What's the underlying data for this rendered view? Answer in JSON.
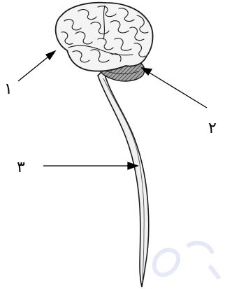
{
  "labels": [
    {
      "id": "1",
      "text": "١",
      "part": "cerebrum"
    },
    {
      "id": "2",
      "text": "٢",
      "part": "cerebellum"
    },
    {
      "id": "3",
      "text": "٣",
      "part": "spinal-cord"
    }
  ],
  "colors": {
    "outline": "#1a1a1a",
    "cerebrum_fill": "#f4f4f4",
    "cerebellum_fill": "#9a9a9a",
    "cord_fill": "#f0f0f0",
    "watermark": "#cfd8ee"
  }
}
